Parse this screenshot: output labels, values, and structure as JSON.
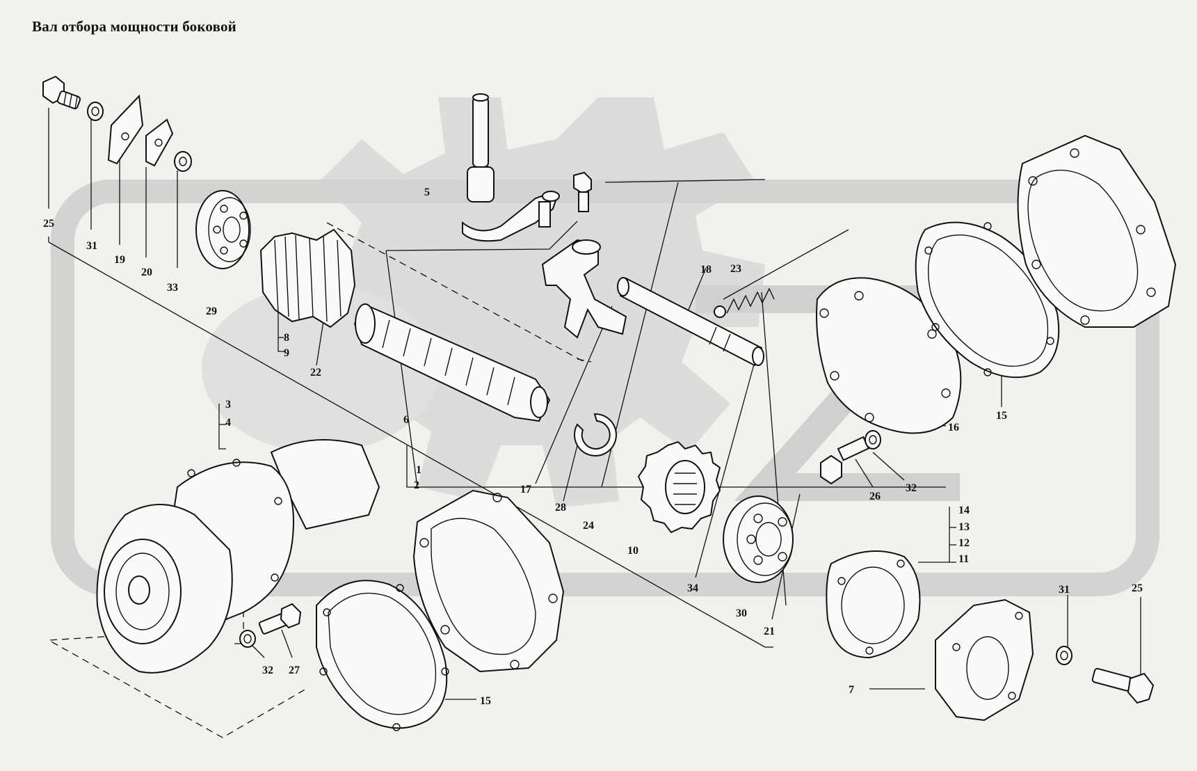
{
  "title": "Вал отбора мощности боковой",
  "callouts": {
    "c1": "1",
    "c2": "2",
    "c3": "3",
    "c4": "4",
    "c5": "5",
    "c6": "6",
    "c7": "7",
    "c8": "8",
    "c9": "9",
    "c10": "10",
    "c11": "11",
    "c12": "12",
    "c13": "13",
    "c14": "14",
    "c15a": "15",
    "c15b": "15",
    "c16": "16",
    "c17": "17",
    "c18": "18",
    "c19": "19",
    "c20": "20",
    "c21": "21",
    "c22": "22",
    "c23": "23",
    "c24": "24",
    "c25a": "25",
    "c25b": "25",
    "c26": "26",
    "c27": "27",
    "c28": "28",
    "c29": "29",
    "c30": "30",
    "c31a": "31",
    "c31b": "31",
    "c32a": "32",
    "c32b": "32",
    "c33": "33",
    "c34": "34"
  },
  "watermark_color": "#d6d6d4"
}
